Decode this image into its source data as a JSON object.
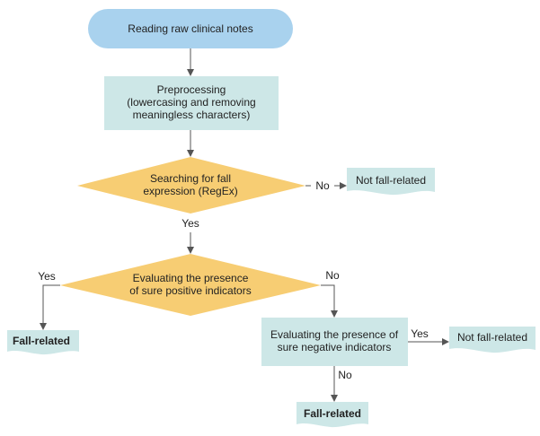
{
  "colors": {
    "start_fill": "#A9D2EE",
    "process_fill": "#CDE7E7",
    "decision_fill": "#F7CD73",
    "document_fill": "#CDE7E7",
    "arrow": "#555555",
    "text": "#222222"
  },
  "nodes": {
    "start": {
      "text": "Reading raw clinical notes"
    },
    "preprocess": {
      "lines": [
        "Preprocessing",
        "(lowercasing and removing",
        "meaningless characters)"
      ]
    },
    "search": {
      "lines": [
        "Searching for fall",
        "expression (RegEx)"
      ]
    },
    "positive": {
      "lines": [
        "Evaluating the presence",
        "of sure positive indicators"
      ]
    },
    "negative": {
      "lines": [
        "Evaluating the presence of",
        "sure negative indicators"
      ]
    },
    "not_fall_1": {
      "text": "Not fall-related"
    },
    "fall_left": {
      "text": "Fall-related"
    },
    "not_fall_2": {
      "text": "Not fall-related"
    },
    "fall_bottom": {
      "text": "Fall-related"
    }
  },
  "edges": {
    "search_no": "No",
    "search_yes": "Yes",
    "positive_yes": "Yes",
    "positive_no": "No",
    "negative_yes": "Yes",
    "negative_no": "No"
  }
}
